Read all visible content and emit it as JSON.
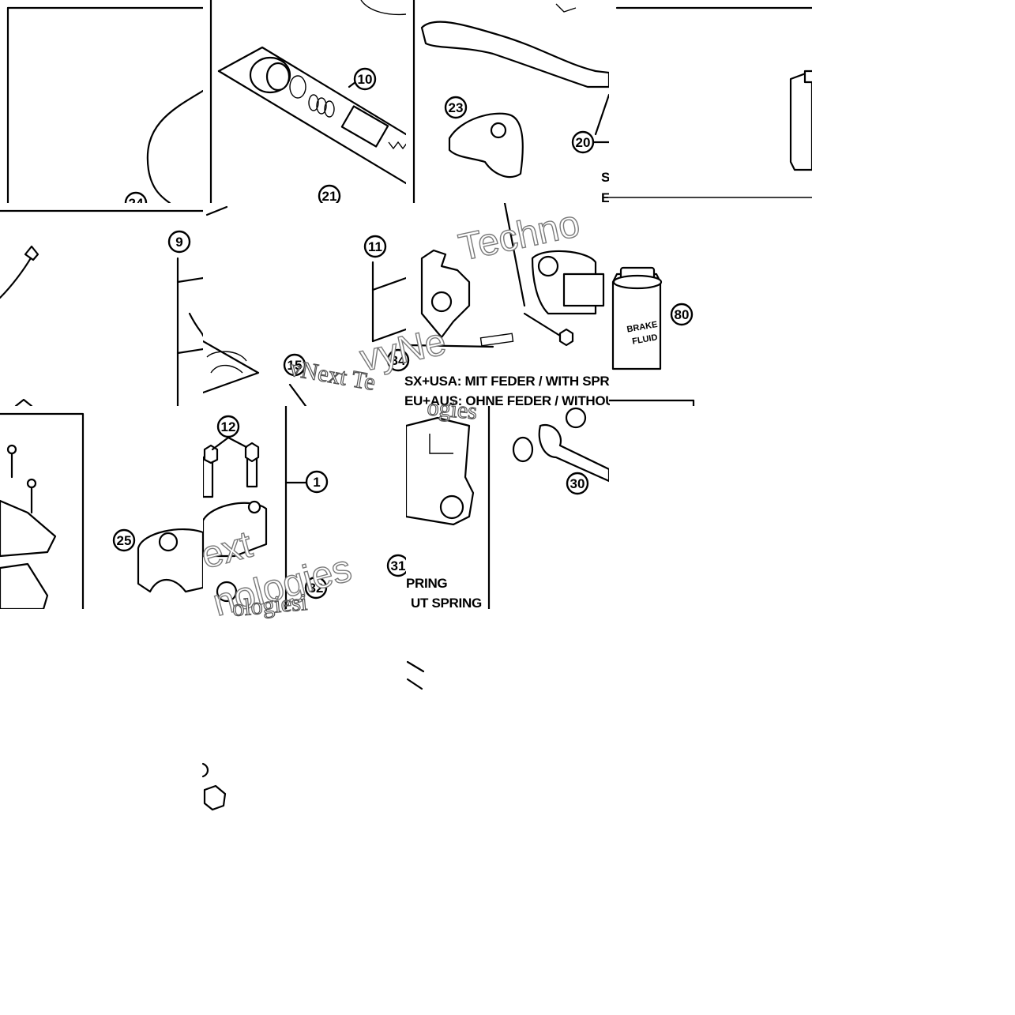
{
  "diagram": {
    "callouts": [
      "24",
      "10",
      "23",
      "20",
      "21",
      "9",
      "11",
      "15",
      "80",
      "12",
      "1",
      "25",
      "30",
      "31",
      "32",
      "34"
    ],
    "notes": {
      "line1": "SX+USA:  MIT FEDER / WITH SPRING",
      "line2": "EU+AUS:  OHNE FEDER / WITHOUT SPRING",
      "fragment_top_s": "S",
      "fragment_top_e": "E",
      "fragment_pring": "PRING",
      "fragment_without": "UT SPRING"
    },
    "can_label": {
      "line1": "BRAKE",
      "line2": "FLUID"
    },
    "watermarks": [
      "Techno",
      "vyNe",
      "vNext Te",
      "ogies",
      "ext",
      "nologies",
      "hnologies",
      "ologiesi"
    ]
  }
}
